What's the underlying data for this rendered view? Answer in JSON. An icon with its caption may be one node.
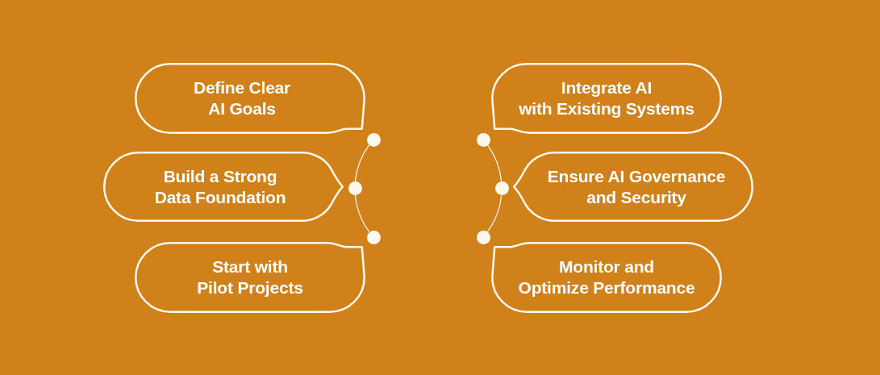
{
  "diagram": {
    "nodes": [
      {
        "text": [
          "Define Clear AI Goals"
        ]
      },
      {
        "text": [
          "Build a Strong Data Foundation"
        ]
      },
      {
        "text": [
          "Start with Pilot Projects"
        ]
      },
      {
        "text": [
          "Integrate AI with Existing Systems"
        ]
      },
      {
        "text": [
          "Ensure AI Governance and Security"
        ]
      },
      {
        "text": [
          "Monitor and Optimize Performance"
        ]
      },
      {
        "text": [],
        "shape": "circle"
      },
      {
        "text": [],
        "shape": "circle"
      },
      {
        "text": [],
        "shape": "circle"
      },
      {
        "text": [],
        "shape": "circle"
      },
      {
        "text": [],
        "shape": "circle"
      },
      {
        "text": [],
        "shape": "circle"
      }
    ],
    "edges": [
      {
        "from": 6,
        "to": 7,
        "arrow": "none"
      },
      {
        "from": 7,
        "to": 8,
        "arrow": "none"
      },
      {
        "from": 9,
        "to": 10,
        "arrow": "none"
      },
      {
        "from": 10,
        "to": 11,
        "arrow": "none"
      }
    ]
  }
}
